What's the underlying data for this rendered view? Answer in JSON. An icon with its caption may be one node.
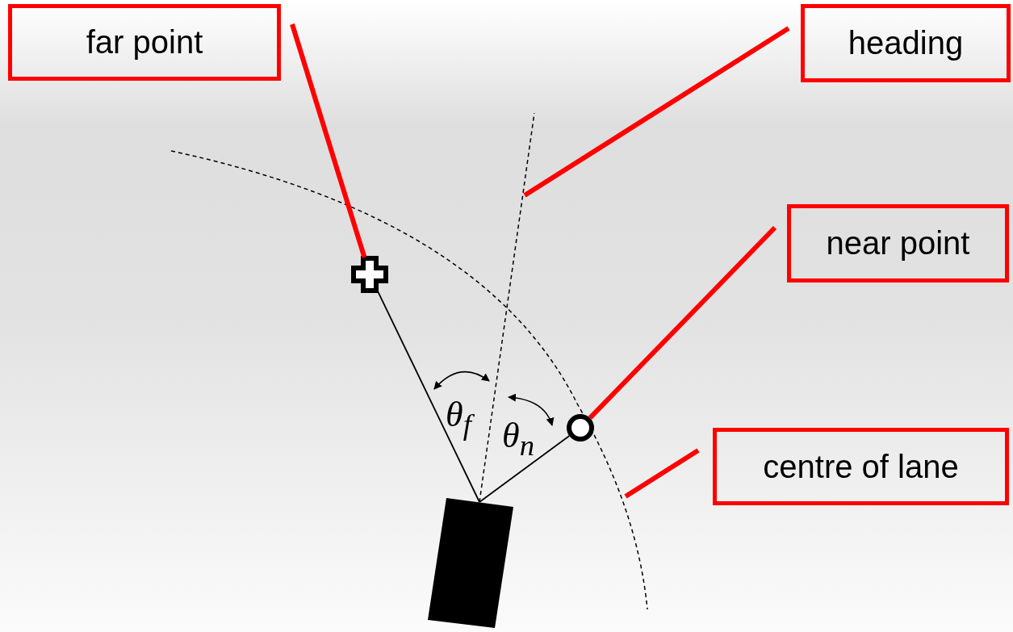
{
  "diagram": {
    "nodes": [
      {
        "text": [
          "far point"
        ]
      },
      {
        "text": [
          "heading"
        ]
      },
      {
        "text": [
          "near point"
        ]
      },
      {
        "text": [
          "centre of lane"
        ]
      },
      {
        "text": [],
        "shape": "cross"
      },
      {
        "text": [],
        "shape": "circle"
      },
      {
        "text": [],
        "shape": "box"
      }
    ],
    "edges": [
      {
        "from": 0,
        "to": 4,
        "arrow": "none"
      },
      {
        "from": 1,
        "to": null,
        "arrow": "none"
      },
      {
        "from": 2,
        "to": 5,
        "arrow": "none"
      },
      {
        "from": 3,
        "to": null,
        "arrow": "none"
      },
      {
        "from": 6,
        "to": 4,
        "arrow": "none",
        "color": "#000000"
      },
      {
        "from": 6,
        "to": 5,
        "arrow": "none",
        "color": "#000000"
      }
    ],
    "labels": [
      "θ$_{f}$",
      "θ$_{n}$"
    ]
  }
}
